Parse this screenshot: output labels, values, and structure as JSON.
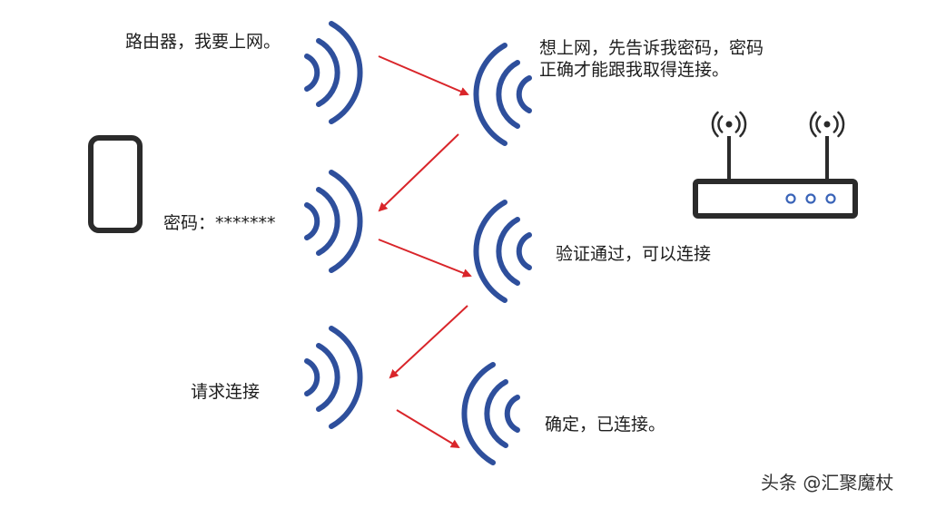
{
  "messages": {
    "client_request_internet": "路由器，我要上网。",
    "router_ask_password_line1": "想上网，先告诉我密码，密码",
    "router_ask_password_line2": "正确才能跟我取得连接。",
    "client_password": "密码：*******",
    "router_verified": "验证通过，可以连接",
    "client_request_connect": "请求连接",
    "router_confirmed": "确定，已连接。"
  },
  "watermark": "头条 @汇聚魔杖",
  "colors": {
    "wave": "#2e4f9c",
    "arrow": "#d9252a",
    "device_outline": "#2b2b2b",
    "port": "#3a64b8"
  },
  "icons": {
    "client": "smartphone-icon",
    "server": "wifi-router-icon"
  }
}
